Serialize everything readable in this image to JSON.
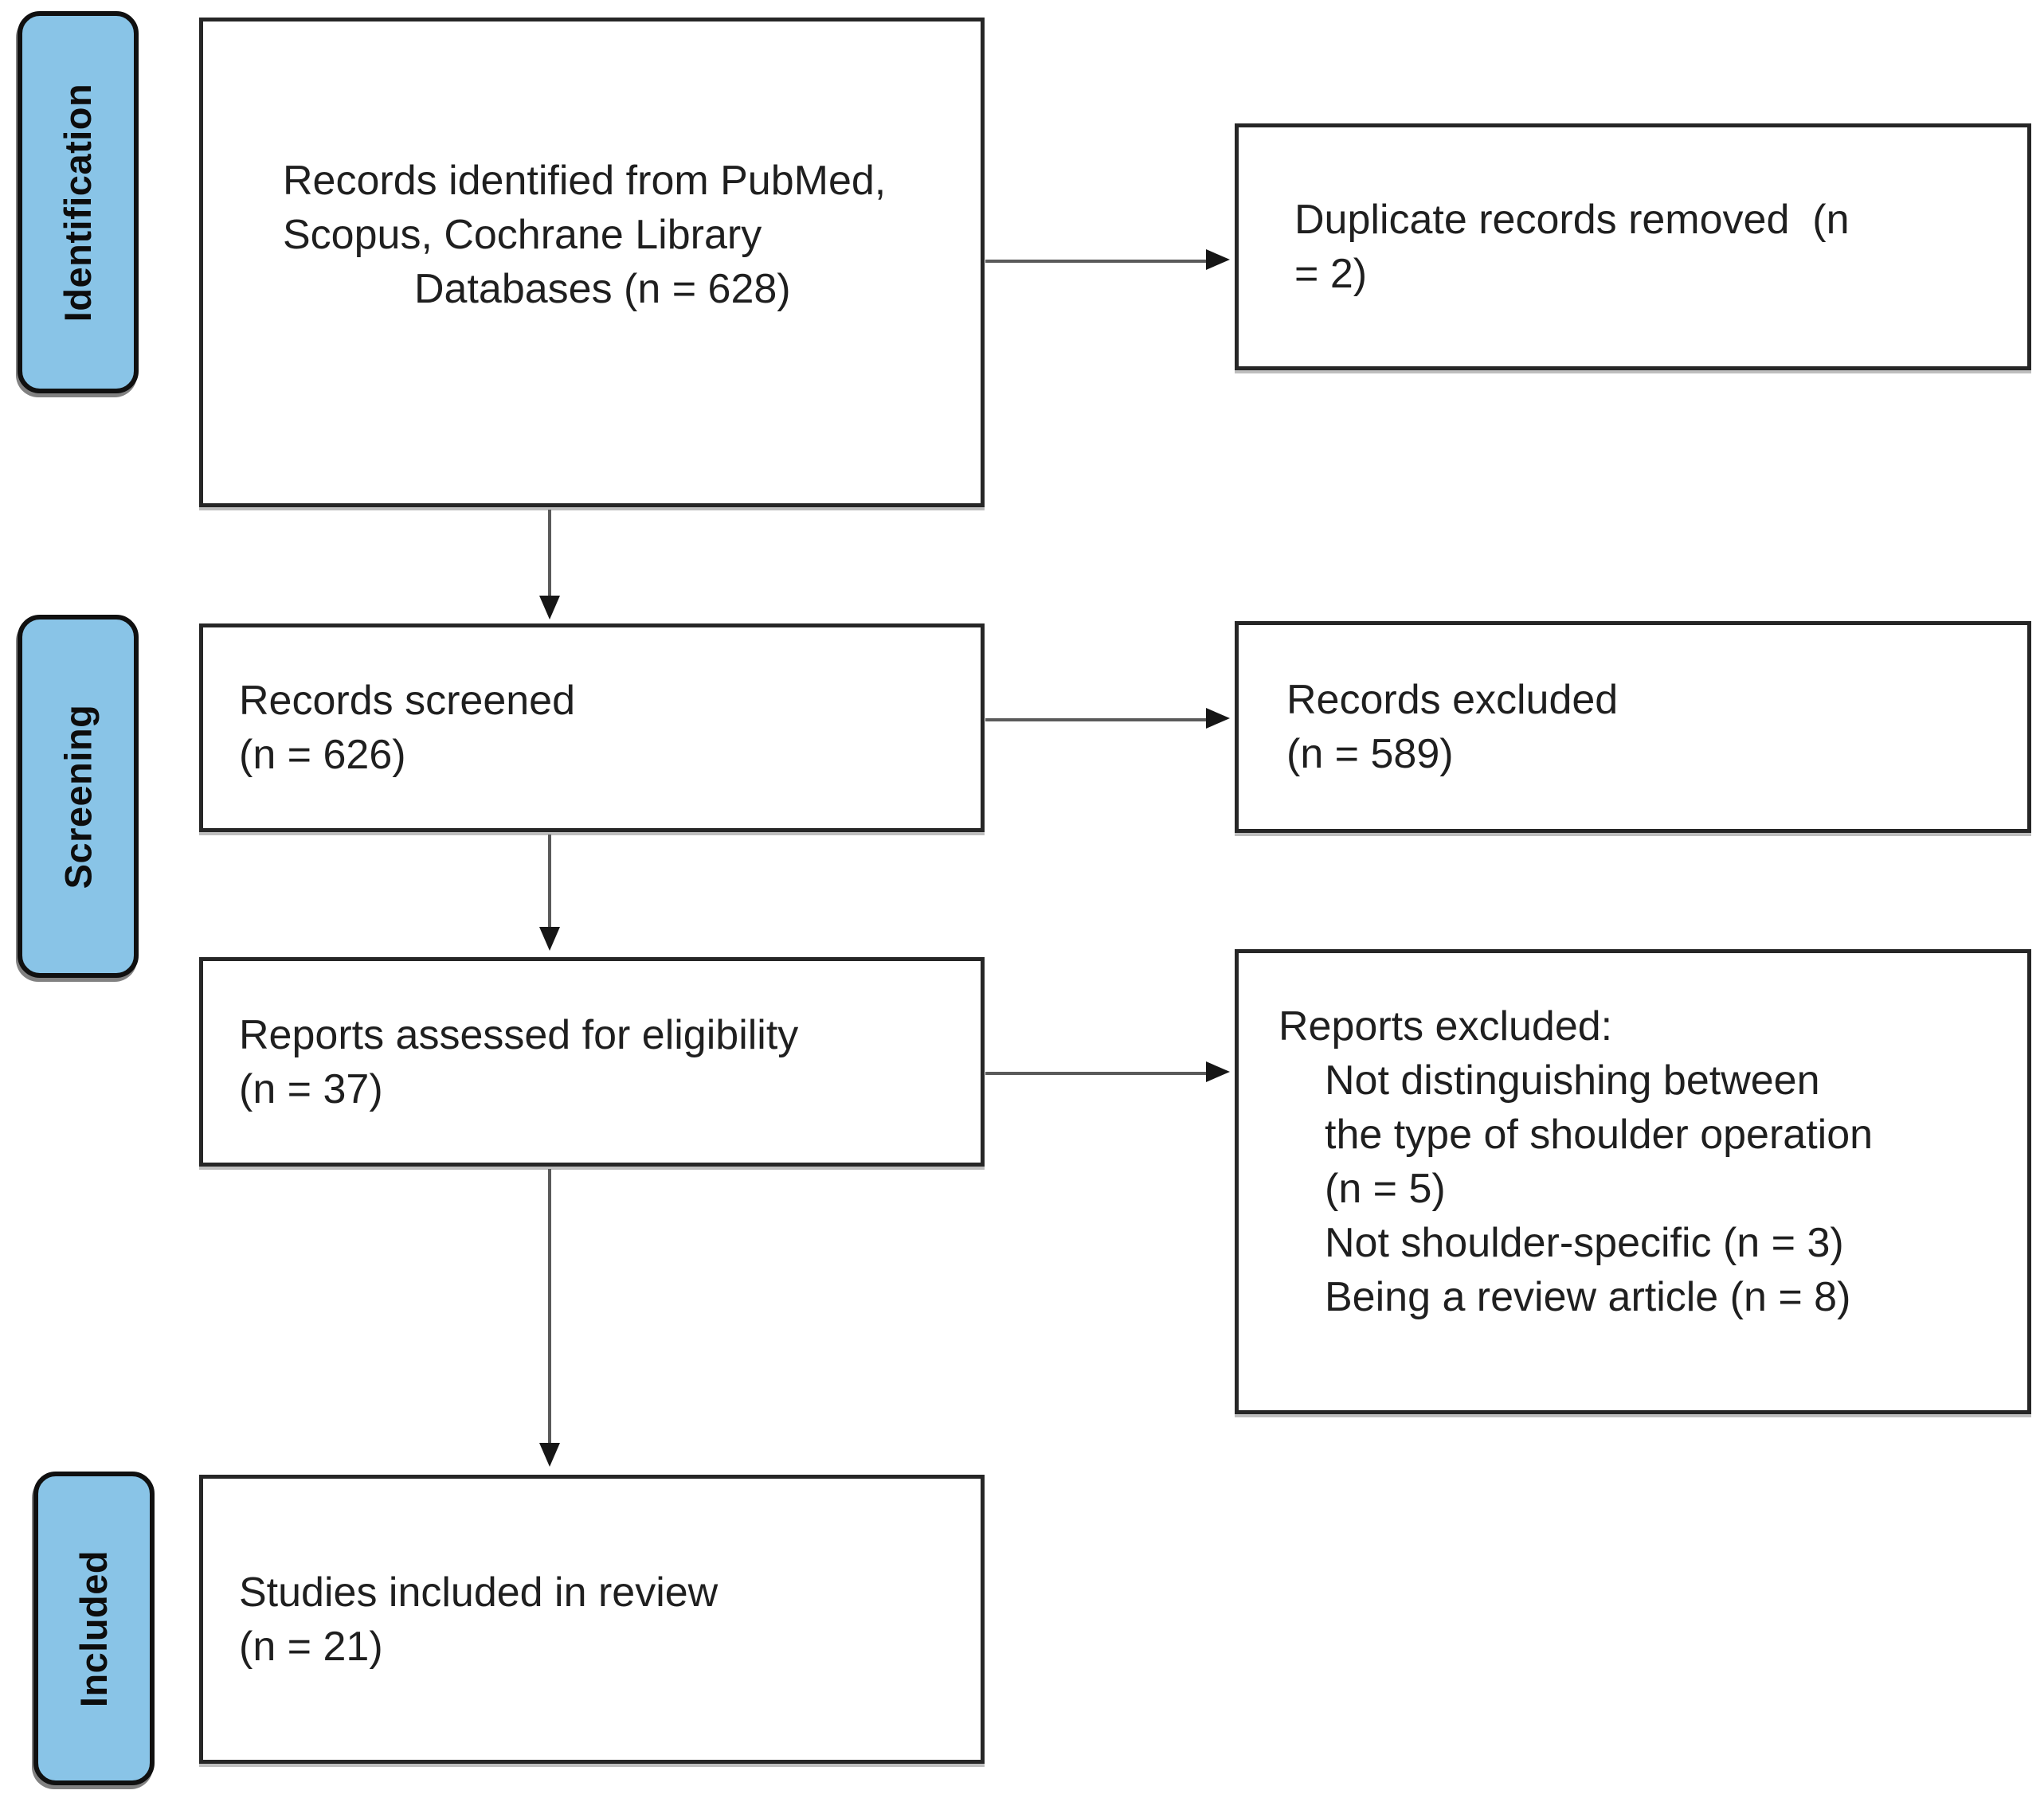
{
  "diagram": {
    "stage_labels": [
      {
        "label": "Identification"
      },
      {
        "label": "Screening"
      },
      {
        "label": "Included"
      }
    ],
    "flow_boxes": {
      "records_identified": {
        "lines": [
          "Records identified from PubMed,",
          "Scopus, Cochrane Library",
          "Databases (n = 628)"
        ]
      },
      "records_screened": {
        "lines": [
          "Records screened",
          "(n = 626)"
        ]
      },
      "reports_assessed": {
        "lines": [
          "Reports assessed for eligibility",
          "(n = 37)"
        ]
      },
      "studies_included": {
        "lines": [
          "Studies included in review",
          "(n = 21)"
        ]
      }
    },
    "exclusion_boxes": {
      "duplicates_removed": {
        "lines": [
          "Duplicate records removed  (n",
          "= 2)"
        ]
      },
      "records_excluded": {
        "lines": [
          "Records excluded",
          "(n = 589)"
        ]
      },
      "reports_excluded": {
        "header": "Reports excluded:",
        "items": [
          {
            "lines": [
              "Not distinguishing between",
              "the type of shoulder operation",
              "(n = 5)"
            ]
          },
          {
            "lines": [
              "Not shoulder-specific (n = 3)"
            ]
          },
          {
            "lines": [
              "Being a review article (n = 8)"
            ]
          }
        ]
      }
    },
    "colors": {
      "stage_fill": "#89C4E7",
      "box_border": "#262626",
      "arrow_line": "#5a5a5a",
      "arrow_head": "#161616",
      "text": "#1f1f1f"
    }
  }
}
